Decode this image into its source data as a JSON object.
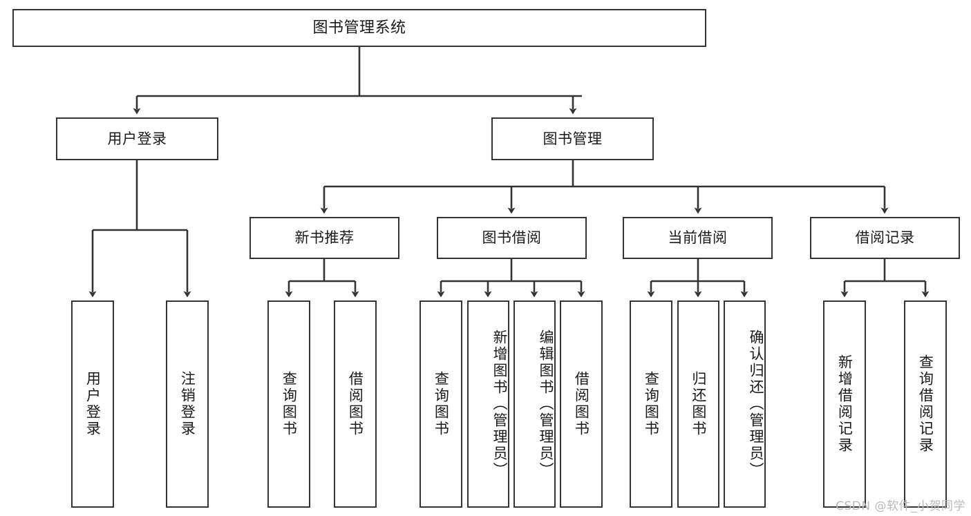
{
  "diagram": {
    "kind": "tree-structure-chart",
    "stroke_color": "#333333",
    "fill_color": "#ffffff",
    "text_color": "#1a1a1a",
    "root": {
      "label": "图书管理系统"
    },
    "level2": [
      {
        "label": "用户登录"
      },
      {
        "label": "图书管理"
      }
    ],
    "level3": [
      {
        "label": "新书推荐"
      },
      {
        "label": "图书借阅"
      },
      {
        "label": "当前借阅"
      },
      {
        "label": "借阅记录"
      }
    ],
    "leaves": {
      "user_login": [
        {
          "label": "用户登录"
        },
        {
          "label": "注销登录"
        }
      ],
      "new_book_recommend": [
        {
          "label": "查询图书"
        },
        {
          "label": "借阅图书"
        }
      ],
      "book_borrow": [
        {
          "label": "查询图书"
        },
        {
          "label": "新增图书（管理员）"
        },
        {
          "label": "编辑图书（管理员）"
        },
        {
          "label": "借阅图书"
        }
      ],
      "current_borrow": [
        {
          "label": "查询图书"
        },
        {
          "label": "归还图书"
        },
        {
          "label": "确认归还（管理员）"
        }
      ],
      "borrow_record": [
        {
          "label": "新增借阅记录"
        },
        {
          "label": "查询借阅记录"
        }
      ]
    }
  },
  "watermark": {
    "text": "CSDN @软件_小贺同学",
    "color": "#b9b9b9"
  }
}
